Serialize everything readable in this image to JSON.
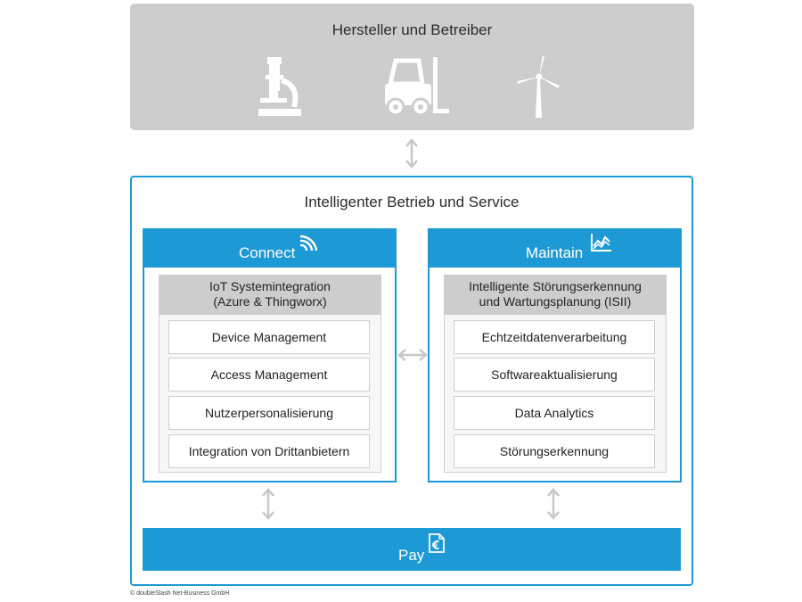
{
  "top": {
    "title": "Hersteller und Betreiber",
    "icons": [
      "microscope-icon",
      "forklift-icon",
      "wind-turbine-icon"
    ]
  },
  "outer": {
    "title": "Intelligenter Betrieb und Service"
  },
  "connect": {
    "label": "Connect",
    "icon": "wifi-signal-icon",
    "header_line1": "IoT Systemintegration",
    "header_line2": "(Azure & Thingworx)",
    "items": [
      "Device Management",
      "Access Management",
      "Nutzerpersonalisierung",
      "Integration von Drittanbietern"
    ]
  },
  "maintain": {
    "label": "Maintain",
    "icon": "line-chart-icon",
    "header_line1": "Intelligente Störungserkennung",
    "header_line2": "und Wartungsplanung (ISII)",
    "items": [
      "Echtzeitdatenverarbeitung",
      "Softwareaktualisierung",
      "Data Analytics",
      "Störungserkennung"
    ]
  },
  "pay": {
    "label": "Pay",
    "icon": "euro-document-icon"
  },
  "copyright": "© doubleSlash Net-Business GmbH",
  "colors": {
    "accent": "#1d9ad6",
    "top_bg": "#cdcdcd",
    "arrow": "#c8c8c8"
  }
}
